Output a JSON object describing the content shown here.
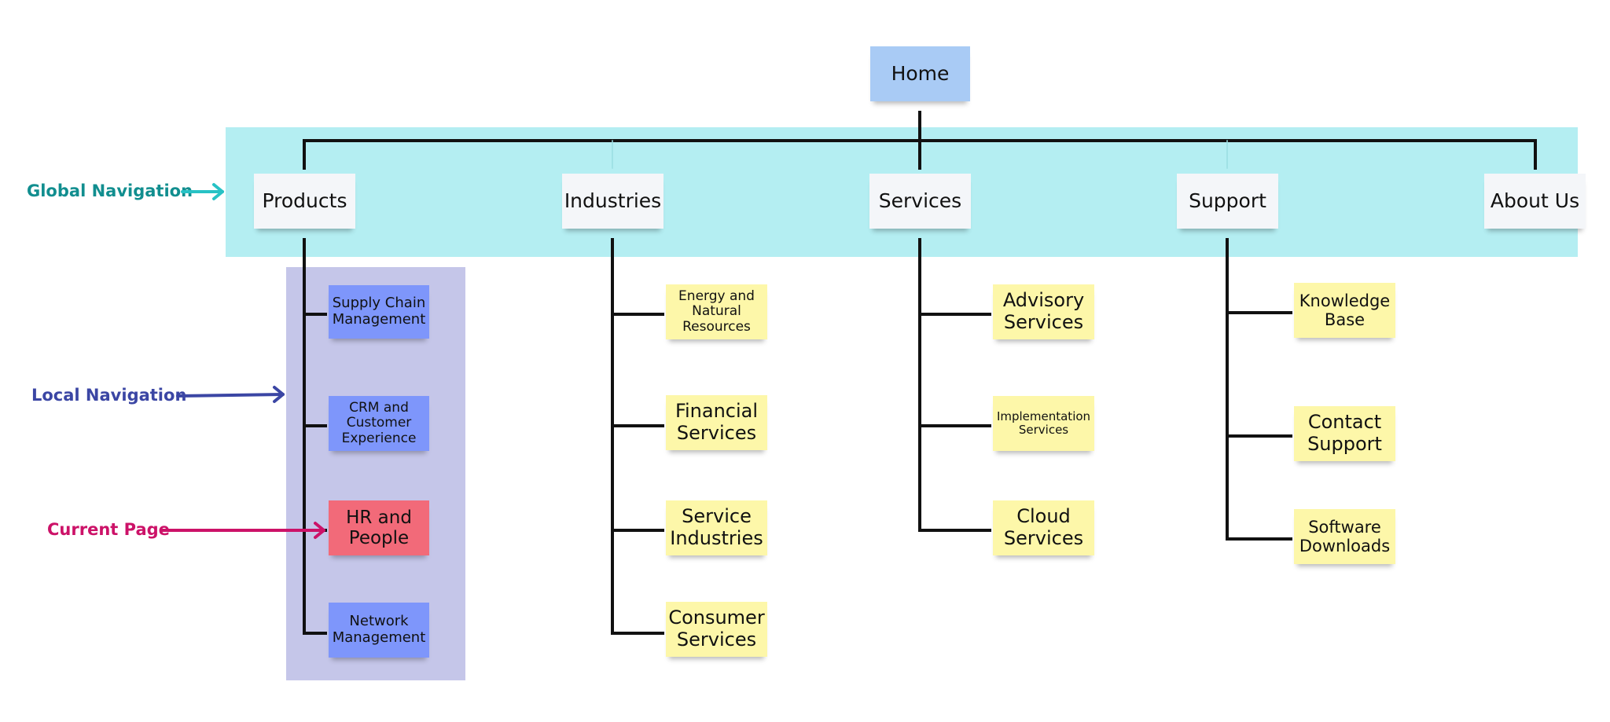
{
  "colors": {
    "global_band": "#b4eef2",
    "local_band": "#c5c6e9",
    "home_note": "#a9cbf5",
    "global_note": "#f4f6f9",
    "local_note": "#7e96fb",
    "current_note": "#f26a79",
    "sub_note": "#fdf7a9",
    "line": "#111111",
    "global_label": "#118e8f",
    "global_arrow": "#27c2c5",
    "local_label": "#3b46a4",
    "current_label": "#cc1268"
  },
  "legend": {
    "global_navigation": "Global Navigation",
    "local_navigation": "Local Navigation",
    "current_page": "Current Page"
  },
  "home": {
    "label": "Home"
  },
  "global_nav": [
    {
      "label": "Products"
    },
    {
      "label": "Industries"
    },
    {
      "label": "Services"
    },
    {
      "label": "Support"
    },
    {
      "label": "About Us"
    }
  ],
  "products": [
    {
      "label": "Supply Chain\nManagement"
    },
    {
      "label": "CRM and\nCustomer\nExperience"
    },
    {
      "label": "HR and\nPeople",
      "current": true
    },
    {
      "label": "Network\nManagement"
    }
  ],
  "industries": [
    {
      "label": "Energy and\nNatural\nResources"
    },
    {
      "label": "Financial\nServices"
    },
    {
      "label": "Service\nIndustries"
    },
    {
      "label": "Consumer\nServices"
    }
  ],
  "services": [
    {
      "label": "Advisory\nServices"
    },
    {
      "label": "Implementation\nServices"
    },
    {
      "label": "Cloud\nServices"
    }
  ],
  "support": [
    {
      "label": "Knowledge\nBase"
    },
    {
      "label": "Contact\nSupport"
    },
    {
      "label": "Software\nDownloads"
    }
  ]
}
